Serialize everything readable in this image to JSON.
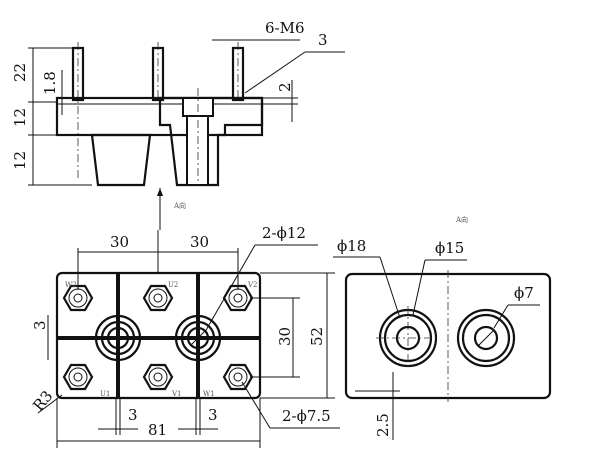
{
  "section_view": {
    "thread_label": "6-M6",
    "part_number": "3",
    "dims": {
      "h_pin": "22",
      "t_layer": "1.8",
      "h_plate": "12",
      "h_boss": "12",
      "gap": "2"
    },
    "view_arrow_label": "A向"
  },
  "plan_view": {
    "pitch_left": "30",
    "pitch_right": "30",
    "ring_callout": "2-ϕ12",
    "groove_width": "3",
    "row_pitch": "30",
    "height": "52",
    "corner_radius": "R3",
    "groove_bottom_left": "3",
    "groove_bottom_right": "3",
    "width": "81",
    "hole_callout": "2-ϕ7.5",
    "terminal_labels": [
      "W2",
      "U2",
      "V2",
      "U1",
      "V1",
      "W1"
    ]
  },
  "a_view": {
    "title": "A向",
    "outer_dia": "ϕ18",
    "mid_dia": "ϕ15",
    "inner_dia": "ϕ7",
    "offset": "2.5"
  }
}
